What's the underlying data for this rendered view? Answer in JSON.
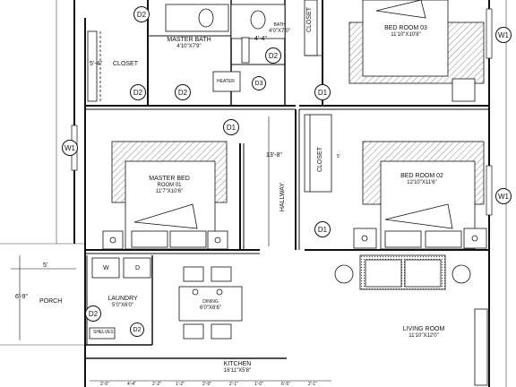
{
  "rooms": {
    "master_bath": {
      "name": "MASTER BATH",
      "size": "4'10\"X7'9\""
    },
    "bath": {
      "name": "BATH",
      "size": "4'0\"X7'0\""
    },
    "closet_left": {
      "name": "CLOSET"
    },
    "closet_top": {
      "name": "CLOSET"
    },
    "closet_mid": {
      "name": "CLOSET"
    },
    "bed3": {
      "name": "BED ROOM 03",
      "size": "11'10\"X10'8\""
    },
    "bed2": {
      "name": "BED ROOM 02",
      "size": "12'10\"X11'6\""
    },
    "master_bed": {
      "name": "MASTER BED",
      "name2": "ROOM 01",
      "size": "11'7\"X10'6\""
    },
    "hallway": {
      "name": "HALLWAY"
    },
    "laundry": {
      "name": "LAUNDRY",
      "size": "5'0\"X6'0\""
    },
    "dining": {
      "name": "DINING",
      "size": "6'0\"X6'6\""
    },
    "living": {
      "name": "LIVING ROOM",
      "size": "11'10\"X12'0\""
    },
    "kitchen": {
      "name": "KITCHEN",
      "size": "16'11\"X5'8\""
    },
    "porch": {
      "name": "PORCH"
    }
  },
  "fixtures": {
    "heater": "HEATER",
    "washer": "W",
    "dryer": "D",
    "shelves": "SHELVES"
  },
  "tags": {
    "d1": "D1",
    "d2": "D2",
    "d3": "D3",
    "w1": "W1"
  },
  "dimensions": {
    "closet_height": "5'-4\"",
    "bath_width": "4'-4\"",
    "hallway_length": "13'-8\"",
    "porch_width": "5'",
    "porch_depth": "6'-9\"",
    "closet_mid_width": "5'",
    "kitchen_segments": [
      "2'-5\"",
      "4'-4\"",
      "2'-2\"",
      "1'-2\"",
      "2'-9\"",
      "2'-1\"",
      "1'-0\"",
      "6'-5\"",
      "2'-1\""
    ]
  }
}
